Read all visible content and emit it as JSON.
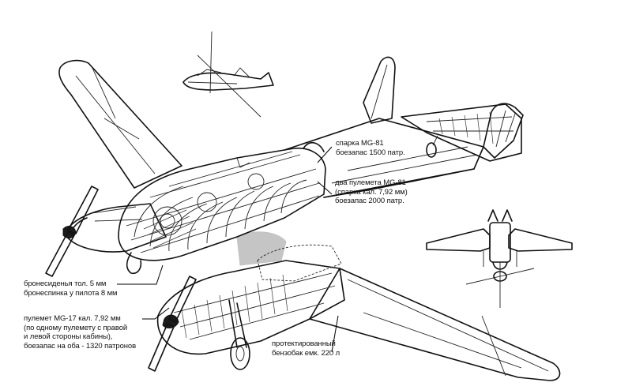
{
  "callouts": {
    "tail_gun": {
      "lines": [
        "спарка MG-81",
        "боезапас 1500 патр."
      ]
    },
    "nose_mgs": {
      "lines": [
        "два пулемета MG-81",
        "(спарка кал. 7,92 мм)",
        "боезапас 2000 патр."
      ]
    },
    "armor": {
      "lines": [
        "бронесиденья тол. 5 мм",
        "бронеспинка у пилота 8 мм"
      ]
    },
    "mg17": {
      "lines": [
        "пулемет MG-17 кал. 7,92 мм",
        "(по одному пулемету с правой",
        "и левой стороны кабины),",
        "боезапас на оба - 1320 патронов"
      ]
    },
    "fuel_tank": {
      "lines": [
        "протектированный",
        "бензобак емк. 220 л"
      ]
    }
  }
}
